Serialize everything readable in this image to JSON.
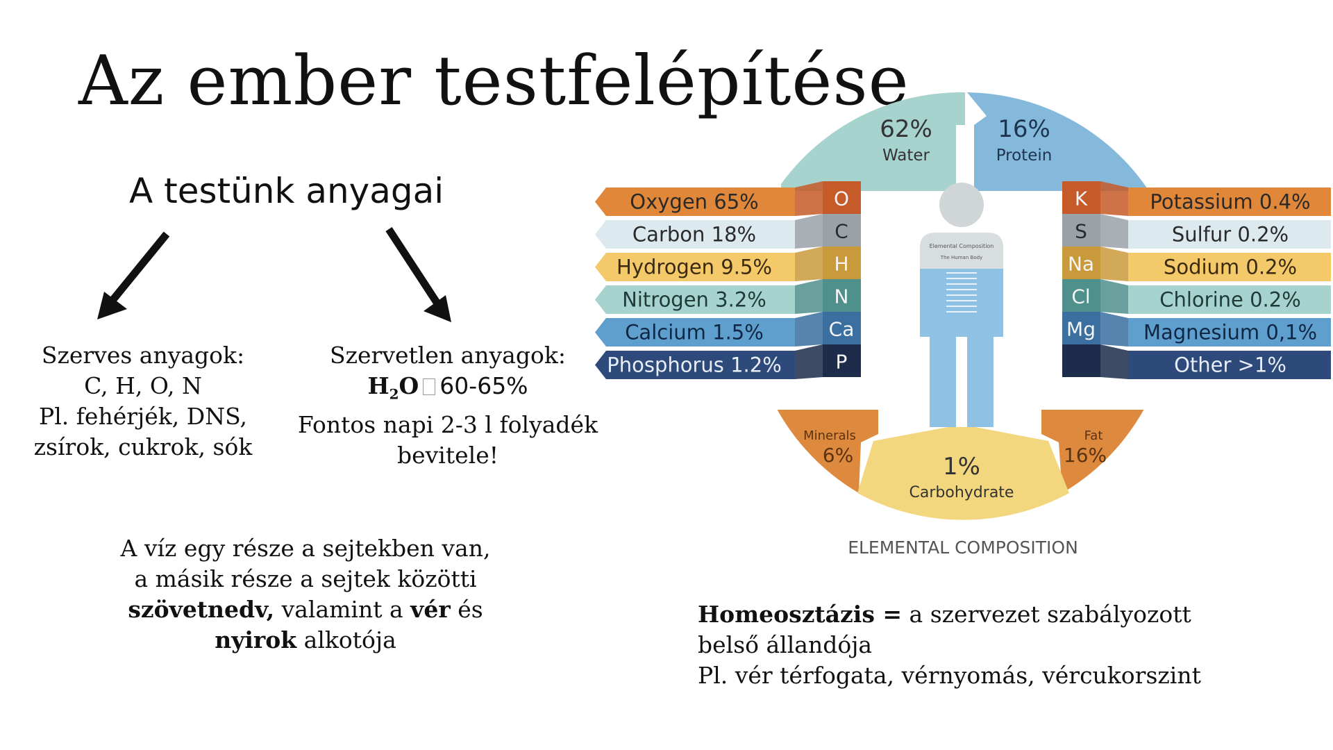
{
  "slide": {
    "title": "Az ember testfelépítése",
    "subtitle": "A testünk anyagai",
    "organic": {
      "heading": "Szerves anyagok:",
      "elements": "C, H, O, N",
      "examples_1": "Pl. fehérjék, DNS,",
      "examples_2": "zsírok, cukrok, sók"
    },
    "inorganic": {
      "heading": "Szervetlen anyagok:",
      "water_h": "H",
      "water_sub": "2",
      "water_o": "O",
      "water_pct": "60-65%",
      "note_1": "Fontos napi  2-3 l folyadék",
      "note_2": "bevitele!"
    },
    "water_note": {
      "line1": "A víz egy része a sejtekben van,",
      "line2": "a másik része a sejtek közötti",
      "w_szovetnedv": "szövetnedv,",
      "t_valamint": " valamint a ",
      "w_ver": "vér",
      "t_es": " és",
      "w_nyirok": "nyirok",
      "t_alkotoja": " alkotója"
    },
    "homeostasis": {
      "term": "Homeosztázis =",
      "def1": " a szervezet szabályozott",
      "def2": "belső állandója",
      "examples": "Pl. vér térfogata, vérnyomás, vércukorszint"
    }
  },
  "infographic": {
    "caption": "ELEMENTAL COMPOSITION",
    "ring": {
      "water": {
        "pct": "62%",
        "label": "Water",
        "color": "#a7d3cf"
      },
      "protein": {
        "pct": "16%",
        "label": "Protein",
        "color": "#84b9dc"
      },
      "minerals": {
        "pct": "6%",
        "label": "Minerals",
        "color": "#de8a3e"
      },
      "fat": {
        "pct": "16%",
        "label": "Fat",
        "color": "#de8a3e"
      },
      "carb": {
        "pct": "1%",
        "label": "Carbohydrate",
        "color": "#f3d77f"
      }
    },
    "body_title": "Elemental Composition",
    "body_sub": "The Human Body",
    "left_symbols": [
      "O",
      "C",
      "H",
      "N",
      "Ca",
      "P"
    ],
    "right_symbols": [
      "K",
      "S",
      "Na",
      "Cl",
      "Mg",
      ""
    ],
    "left_labels": [
      "Oxygen 65%",
      "Carbon 18%",
      "Hydrogen 9.5%",
      "Nitrogen 3.2%",
      "Calcium 1.5%",
      "Phosphorus 1.2%"
    ],
    "right_labels": [
      "Potassium 0.4%",
      "Sulfur 0.2%",
      "Sodium 0.2%",
      "Chlorine 0.2%",
      "Magnesium 0,1%",
      "Other >1%"
    ],
    "band_colors": [
      "#e0873a",
      "#dce9ee",
      "#f3c96a",
      "#a7d3cf",
      "#5f9fcd",
      "#2e4a7a"
    ],
    "symbol_colors": [
      "#c65a28",
      "#9aa2a8",
      "#c99a3b",
      "#4f8f8c",
      "#3a6fa0",
      "#1c2c4a"
    ]
  }
}
